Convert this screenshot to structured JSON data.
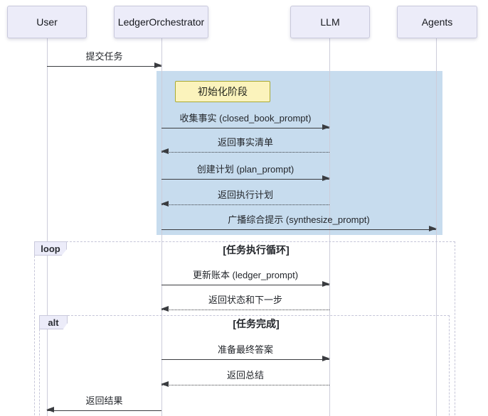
{
  "diagram": {
    "type": "sequence-diagram",
    "participants": [
      {
        "name": "User"
      },
      {
        "name": "LedgerOrchestrator"
      },
      {
        "name": "LLM"
      },
      {
        "name": "Agents"
      }
    ],
    "highlight_block": {
      "note_label": "初始化阶段"
    },
    "messages": [
      {
        "from": "User",
        "to": "LedgerOrchestrator",
        "label": "提交任务",
        "line": "solid",
        "direction": "right"
      },
      {
        "from": "LedgerOrchestrator",
        "to": "LLM",
        "label": "收集事实 (closed_book_prompt)",
        "line": "solid",
        "direction": "right"
      },
      {
        "from": "LLM",
        "to": "LedgerOrchestrator",
        "label": "返回事实清单",
        "line": "dotted",
        "direction": "left"
      },
      {
        "from": "LedgerOrchestrator",
        "to": "LLM",
        "label": "创建计划 (plan_prompt)",
        "line": "solid",
        "direction": "right"
      },
      {
        "from": "LLM",
        "to": "LedgerOrchestrator",
        "label": "返回执行计划",
        "line": "dotted",
        "direction": "left"
      },
      {
        "from": "LedgerOrchestrator",
        "to": "Agents",
        "label": "广播综合提示 (synthesize_prompt)",
        "line": "solid",
        "direction": "right"
      },
      {
        "from": "LedgerOrchestrator",
        "to": "LLM",
        "label": "更新账本 (ledger_prompt)",
        "line": "solid",
        "direction": "right"
      },
      {
        "from": "LLM",
        "to": "LedgerOrchestrator",
        "label": "返回状态和下一步",
        "line": "dotted",
        "direction": "left"
      },
      {
        "from": "LedgerOrchestrator",
        "to": "LLM",
        "label": "准备最终答案",
        "line": "solid",
        "direction": "right"
      },
      {
        "from": "LLM",
        "to": "LedgerOrchestrator",
        "label": "返回总结",
        "line": "dotted",
        "direction": "left"
      },
      {
        "from": "LedgerOrchestrator",
        "to": "User",
        "label": "返回结果",
        "line": "solid",
        "direction": "left"
      }
    ],
    "frames": [
      {
        "type": "loop",
        "label": "loop",
        "condition": "[任务执行循环]"
      },
      {
        "type": "alt",
        "label": "alt",
        "condition": "[任务完成]"
      }
    ],
    "colors": {
      "participant_fill": "#ececf9",
      "participant_border": "#c9c9dc",
      "highlight_fill": "#c7dcee",
      "note_fill": "#fbf3bc",
      "note_border": "#aaaa33",
      "frame_border": "#c5c5d8",
      "arrow": "#3a3c40"
    }
  }
}
